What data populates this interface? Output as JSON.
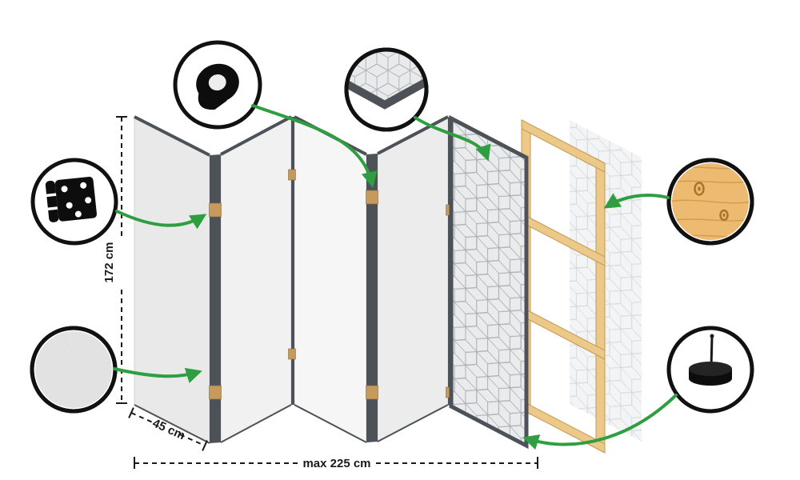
{
  "diagram": {
    "subject": "folding-room-divider-construction",
    "dimensions": {
      "height": "172 cm",
      "panel_width": "45 cm",
      "max_total_width": "max 225 cm"
    },
    "callouts": [
      {
        "id": "tape",
        "icon": "tape-roll-icon"
      },
      {
        "id": "hinge",
        "icon": "hinge-icon"
      },
      {
        "id": "fabric",
        "icon": "fabric-texture-icon"
      },
      {
        "id": "panel-corner",
        "icon": "patterned-panel-corner-icon"
      },
      {
        "id": "wood",
        "icon": "wood-texture-icon"
      },
      {
        "id": "foot",
        "icon": "felt-foot-pin-icon"
      }
    ],
    "colors": {
      "arrow_green": "#2f9e41",
      "panel_edge_dark": "#4c5257",
      "panel_light": "#ededed",
      "wood_frame": "#ecc889",
      "hinge_brass": "#c59b5d",
      "dimension_line": "#1a1a1a"
    }
  }
}
